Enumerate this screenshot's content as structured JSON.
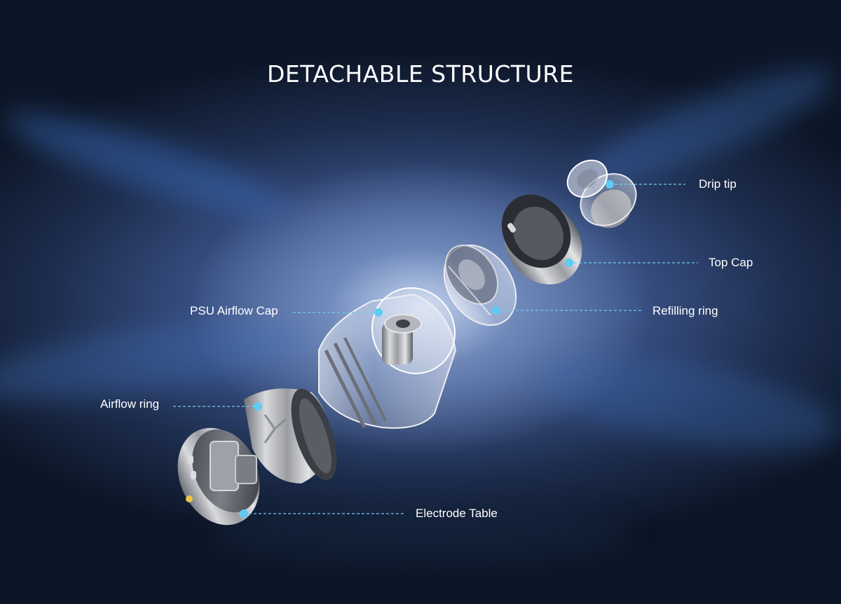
{
  "title": "DETACHABLE STRUCTURE",
  "callouts": {
    "drip_tip": "Drip tip",
    "top_cap": "Top Cap",
    "refilling_ring": "Refilling ring",
    "psu_airflow_cap": "PSU Airflow Cap",
    "airflow_ring": "Airflow ring",
    "electrode_table": "Electrode Table"
  },
  "colors": {
    "callout_dot": "#5ecbf5",
    "callout_line": "#6fcdf2",
    "title_text": "#ffffff"
  }
}
